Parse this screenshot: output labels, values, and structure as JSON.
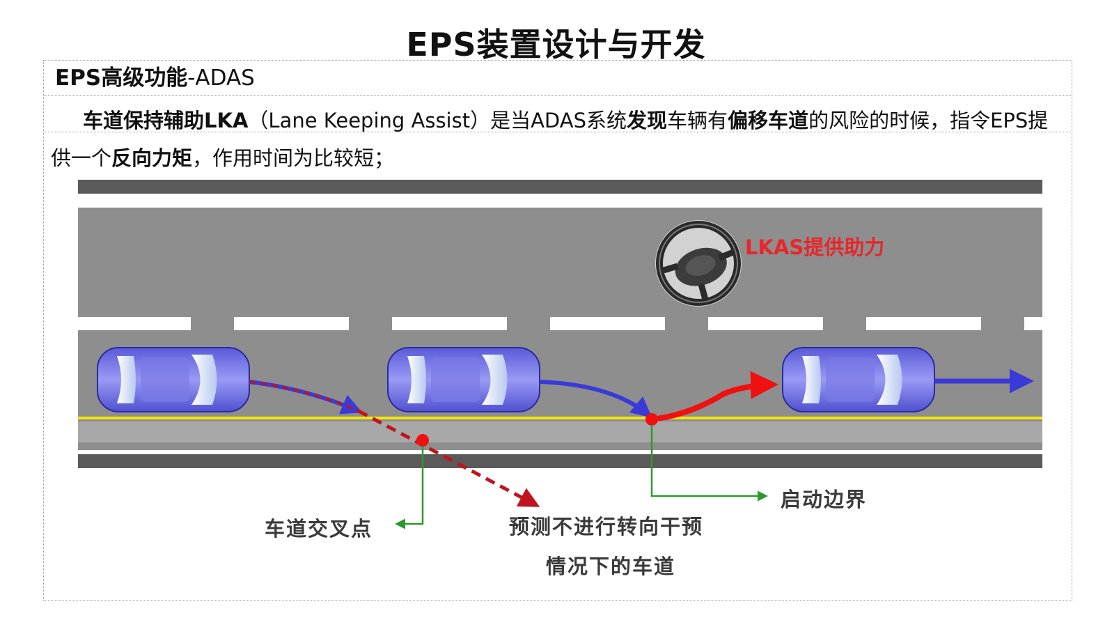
{
  "title": "EPS装置设计与开发",
  "subtitle": {
    "bold": "EPS高级功能",
    "rest": "-ADAS"
  },
  "paragraph": {
    "b1": "车道保持辅助LKA",
    "t1": "（Lane Keeping Assist）是当ADAS系统",
    "b2": "发现",
    "t2": "车辆有",
    "b3": "偏移车道",
    "t3": "的风险的时候，指令EPS提供一个",
    "b4": "反向力矩",
    "t4": "，作用时间为比较短；"
  },
  "diagram": {
    "lkas_label": "LKAS提供助力",
    "lane_cross_label": "车道交叉点",
    "start_boundary_label": "启动边界",
    "predicted_line1": "预测不进行转向干预",
    "predicted_line2": "情况下的车道",
    "icons": [
      "steering-wheel-icon",
      "car-icon"
    ],
    "colors": {
      "road": "#8e8e8e",
      "car": "#8080ee",
      "lane_edge": "#f5e800",
      "assist_arrow": "#f01010",
      "path_arrow": "#3a3ad8",
      "predicted_path": "#c0141e",
      "callout": "#3cc03c",
      "lkas_text": "#e8262b"
    }
  }
}
